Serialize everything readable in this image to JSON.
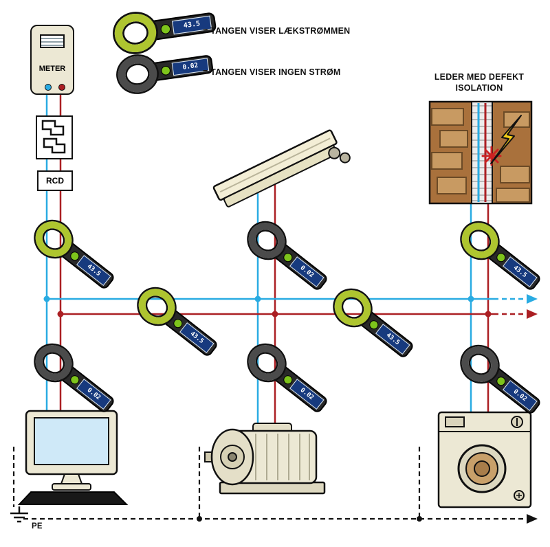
{
  "legend": {
    "items": [
      {
        "value": "43.5",
        "label": "= TANGEN VISER LÆKSTRØMMEN",
        "type": "leak"
      },
      {
        "value": "0.02",
        "label": "= TANGEN VISER INGEN STRØM",
        "type": "none"
      }
    ]
  },
  "supply": {
    "meter_label": "METER",
    "rcd_label": "RCD"
  },
  "wall_inset": {
    "caption": "LEDER MED DEFEKT ISOLATION"
  },
  "earth": {
    "label": "PE"
  },
  "clamps": [
    {
      "id": "left-upper",
      "value": "43.5",
      "type": "leak"
    },
    {
      "id": "left-lower",
      "value": "0.02",
      "type": "none"
    },
    {
      "id": "bus-left",
      "value": "43.5",
      "type": "leak"
    },
    {
      "id": "mid-upper",
      "value": "0.02",
      "type": "none"
    },
    {
      "id": "mid-lower",
      "value": "0.02",
      "type": "none"
    },
    {
      "id": "bus-right",
      "value": "43.5",
      "type": "leak"
    },
    {
      "id": "right-upper",
      "value": "43.5",
      "type": "leak"
    },
    {
      "id": "right-lower",
      "value": "0.02",
      "type": "none"
    }
  ],
  "colors": {
    "wire_blue": "#29abe2",
    "wire_red": "#ab1f23",
    "clamp_leak": "#aec52f",
    "clamp_neutral": "#4b4b4b",
    "device_body": "#ece8d4",
    "screen_blue": "#173a7e",
    "wall_brown": "#a9713c"
  }
}
